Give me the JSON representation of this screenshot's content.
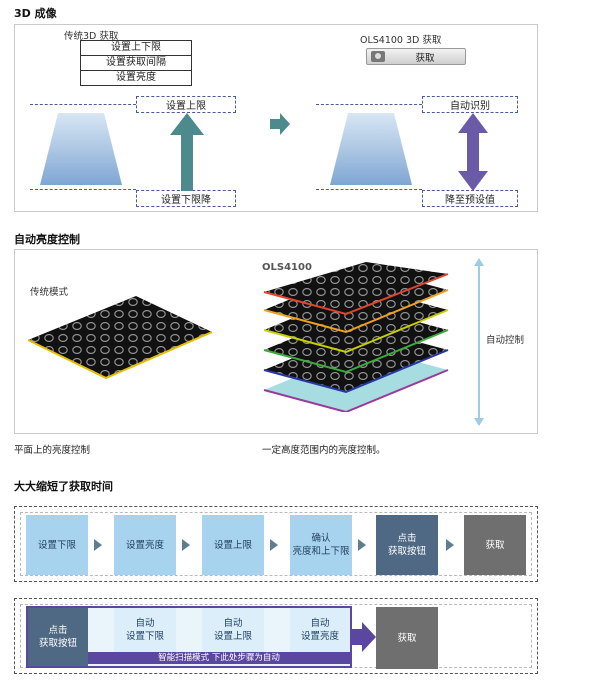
{
  "section1": {
    "title": "3D 成像",
    "legacy_caption": "传统3D 获取",
    "legacy_menu": [
      "设置上下限",
      "设置获取间隔",
      "设置亮度"
    ],
    "left_upper_box": "设置上限",
    "left_lower_box": "设置下限降",
    "ols_caption": "OLS4100 3D 获取",
    "ols_button": "获取",
    "right_upper_box": "自动识别",
    "right_lower_box": "降至预设值",
    "colors": {
      "teal_arrow": "#4c8a8d",
      "purple_arrow": "#6a5aa8"
    }
  },
  "section2": {
    "title": "自动亮度控制",
    "left_label": "传统模式",
    "right_label": "OLS4100",
    "side_label": "自动控制",
    "caption_left": "平面上的亮度控制",
    "caption_right": "一定高度范围内的亮度控制。",
    "layer_edge_colors": [
      "#e0442c",
      "#f0a020",
      "#c8d000",
      "#3cab3c",
      "#2838a8",
      "#9a3a9a"
    ]
  },
  "section3": {
    "title": "大大缩短了获取时间",
    "row1": [
      "设置下限",
      "设置亮度",
      "设置上限",
      "确认\n亮度和上下限",
      "点击\n获取按钮",
      "获取"
    ],
    "row2": [
      "点击\n获取按钮",
      "自动\n设置下限",
      "自动\n设置上限",
      "自动\n设置亮度",
      "获取"
    ],
    "row2_banner": "智能扫描模式 下此处步骤为自动"
  }
}
